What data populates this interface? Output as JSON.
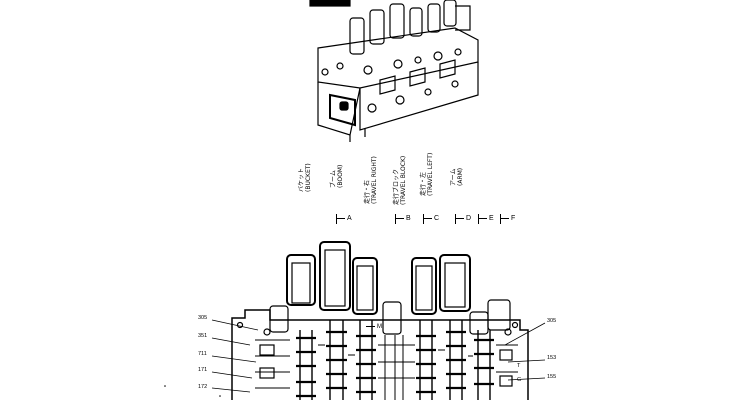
{
  "labels": {
    "bucket": {
      "jp": "バケット",
      "en": "(BUCKET)"
    },
    "boom": {
      "jp": "ブーム",
      "en": "(BOOM)"
    },
    "travel_right": {
      "jp": "走行・右",
      "en": "(TRAVEL RIGHT)"
    },
    "travel_block": {
      "jp": "走行ブロック",
      "en": "(TRAVEL BLOCK)"
    },
    "travel_left": {
      "jp": "走行・左",
      "en": "(TRAVEL LEFT)"
    },
    "arm": {
      "jp": "アーム",
      "en": "(ARM)"
    }
  },
  "sections": [
    "A",
    "B",
    "C",
    "D",
    "E",
    "F"
  ],
  "section_m": "M",
  "parts": {
    "p305_left": "305",
    "p351": "351",
    "p711": "711",
    "p171": "171",
    "p172": "172",
    "p305_right": "305",
    "p153": "153",
    "p155": "155"
  },
  "ports": {
    "t": "T",
    "g": "G"
  }
}
